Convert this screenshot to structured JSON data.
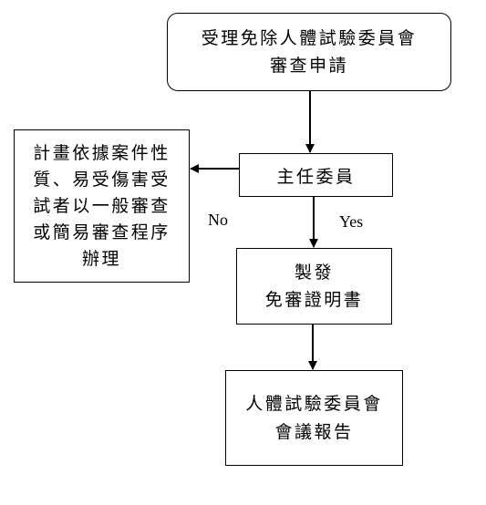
{
  "diagram": {
    "nodes": {
      "application": {
        "lines": [
          "受理免除人體試驗委員會",
          "審查申請"
        ]
      },
      "chair": {
        "lines": [
          "主任委員"
        ]
      },
      "exempt": {
        "lines": [
          "計畫依據案件性",
          "質、易受傷害受",
          "試者以一般審查",
          "或簡易審查程序",
          "辦理"
        ]
      },
      "issue": {
        "lines": [
          "製發",
          "免審證明書"
        ]
      },
      "report": {
        "lines": [
          "人體試驗委員會",
          "會議報告"
        ]
      }
    },
    "edges": {
      "no_label": "No",
      "yes_label": "Yes"
    }
  }
}
